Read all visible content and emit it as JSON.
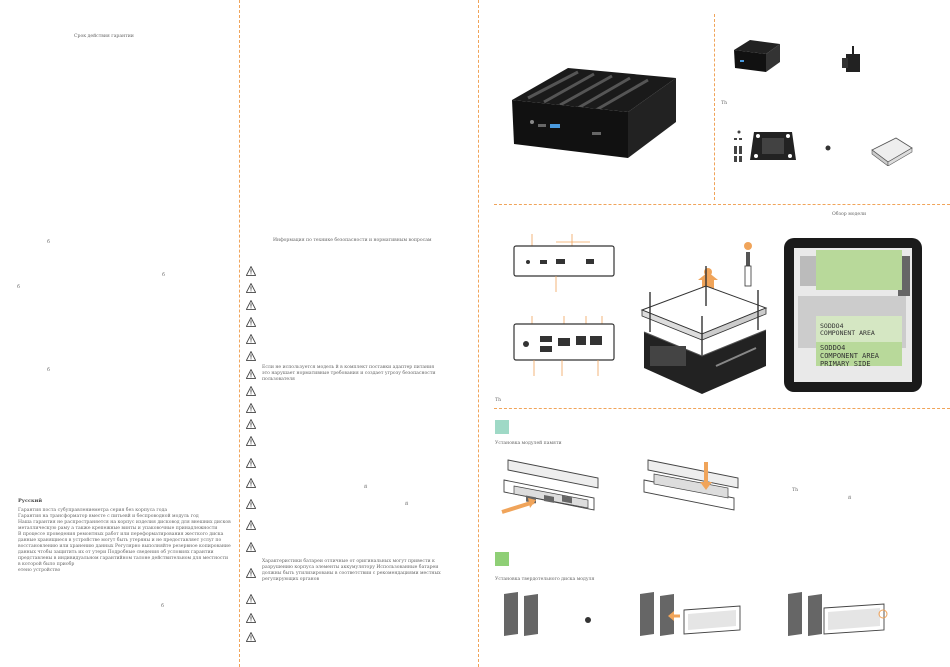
{
  "colors": {
    "accent": "#f0a45a",
    "badge_teal": "#9fd9c6",
    "badge_green": "#8fcf76"
  },
  "left": {
    "heading": "Срок действия гарантии",
    "marks": [
      "б",
      "б",
      "б",
      "б",
      "б"
    ],
    "lang": "Русский",
    "para": [
      "Гарантия поста субуправлениеметра серия              без корпуса       года",
      "Гарантия на трансформатор  вместе с питьевй  и беспроводной модуль     год",
      "Наша гарантия не распространяется на корпус изделия  дисковод для внешних дисков",
      "металлическую раму  а также крепежные винты и упаковочные принадлежности",
      "В процессе проведения ремонтных работ или переформатирования жесткого диска",
      "данные  хранящиеся в устройстве  могут быть утеряны      и не предоставляет услуг по",
      "восстановлению или хранению данных  Регулярно выполняйте резервное копирование",
      "данных  чтобы защитить их от утери  Подробные сведения об условиях гарантии",
      "представлены в индивидуальном гарантийном талоне  действительном для местности",
      "в которой было приобр",
      "етено устройство"
    ]
  },
  "middle": {
    "heading": "Информация по технике безопасности и нормативным вопросам",
    "note1": [
      "Если не используется модель й  в комплект поставки адаптер питания",
      "это нарушает нормативные требования и создает угрозу безопасности",
      "пользователя"
    ],
    "note2": [
      "Характеристики батареи отличные от оригинальных могут привести к",
      "разрушению корпуса элементы  аккумулятору   Использованные батареи",
      "должны быть утилизированы в соответствии с рекомендациями местных",
      "регулирующих органов"
    ],
    "marks": [
      "й",
      "й"
    ]
  },
  "right": {
    "th1": "Th",
    "overview_title": "Обзор модели",
    "th2": "Th",
    "th3": "Th",
    "mark_b": "й",
    "memory_title": "Установка модулей памяти",
    "storage_title": "Установка твердотельного диска               модуля",
    "sodimm": [
      {
        "line1": "SODDO4",
        "line2": "COMPONENT  AREA"
      },
      {
        "line1": "SODDO4",
        "line2": "COMPONENT  AREA",
        "line3": "PRIMARY  SIDE"
      }
    ]
  }
}
